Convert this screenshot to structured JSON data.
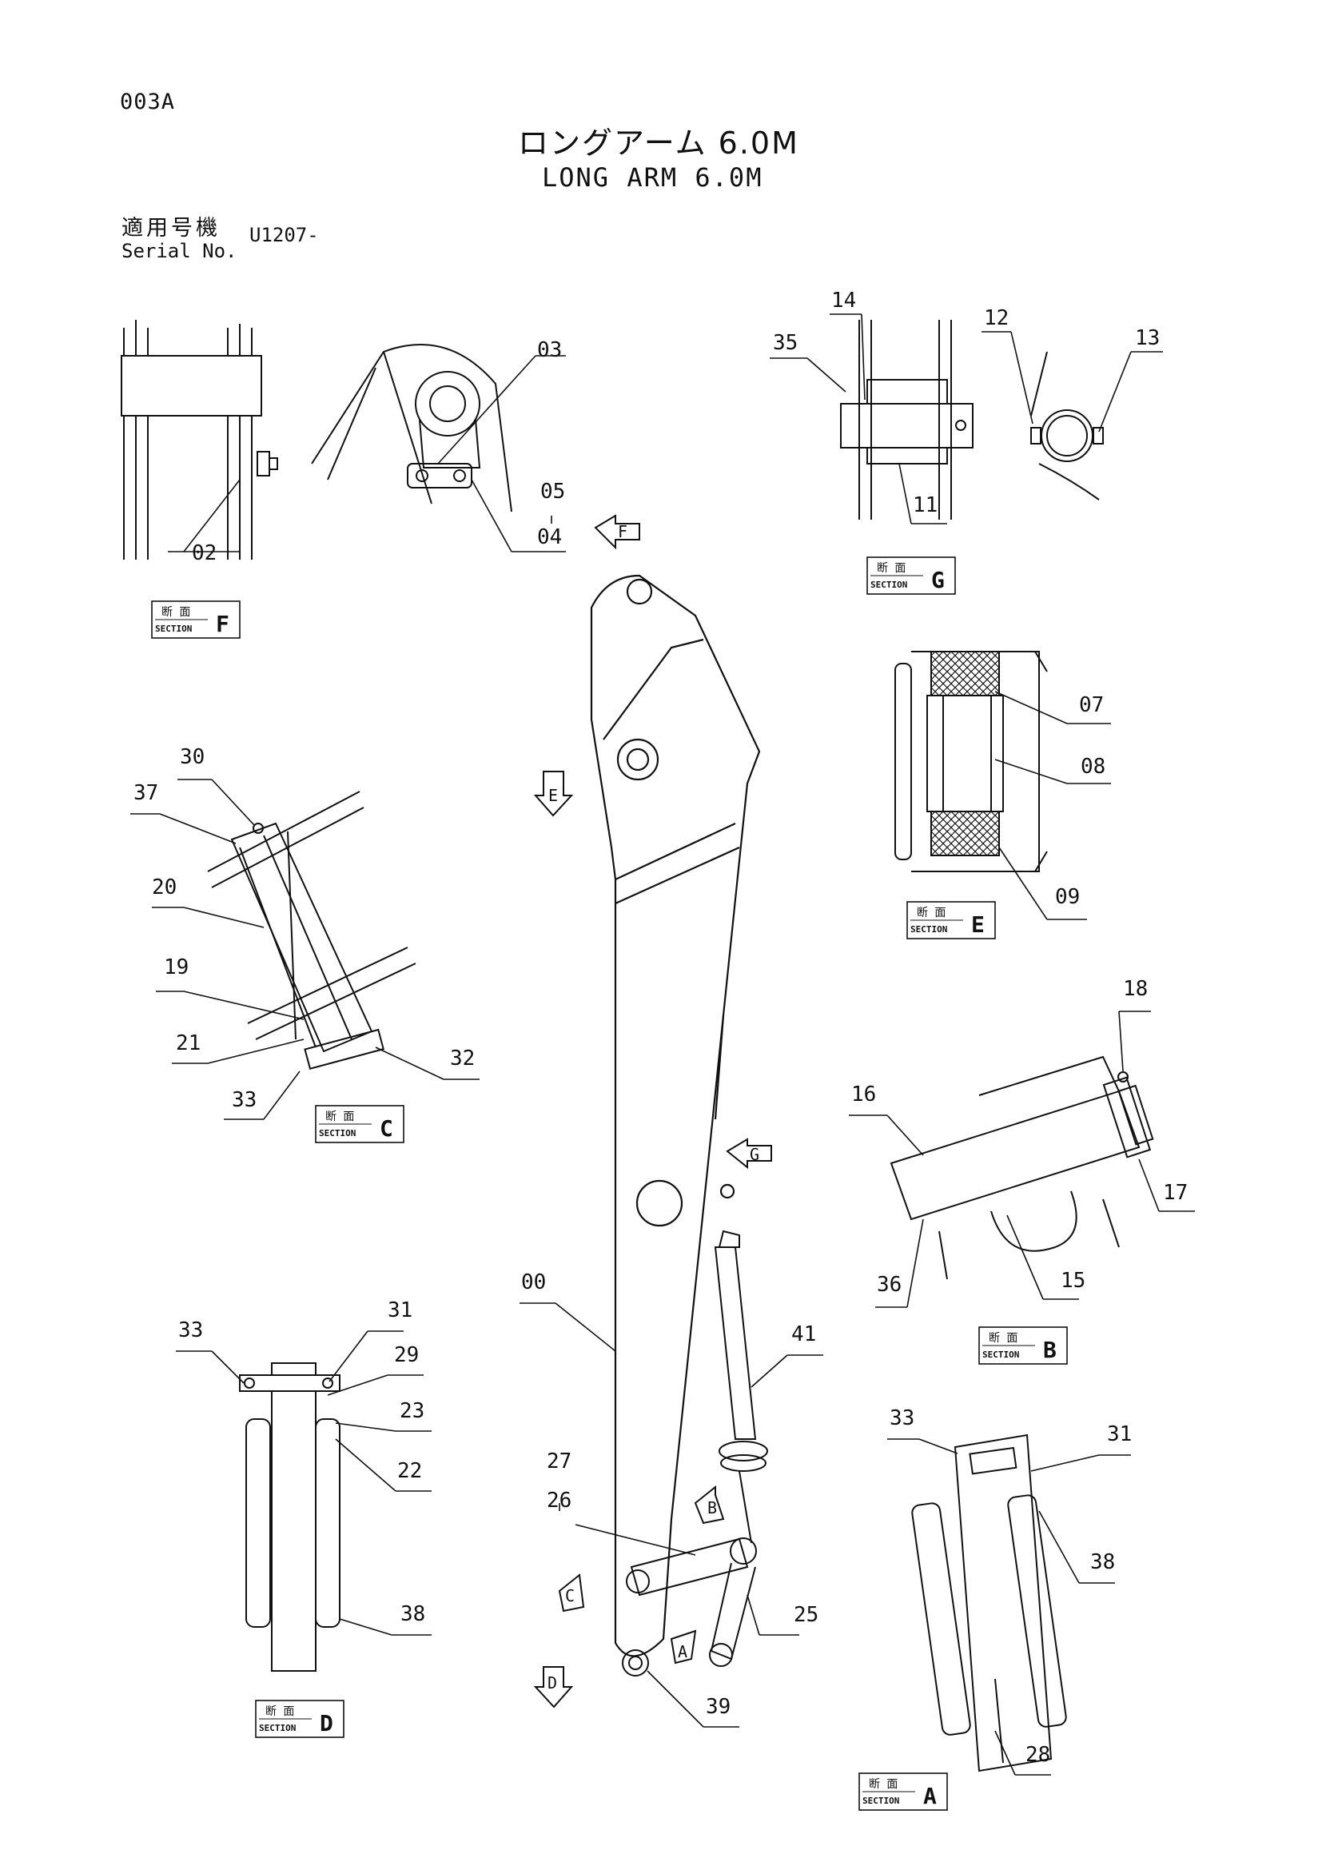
{
  "header": {
    "page_code": "003A",
    "title_jp": "ロングアーム 6.0M",
    "title_en": "LONG ARM 6.0M",
    "serial_label_jp": "適用号機",
    "serial_label_en": "Serial No.",
    "serial_value": "U1207-"
  },
  "section_tag": {
    "label_jp": "断 面",
    "label_en": "SECTION"
  },
  "sections": [
    {
      "letter": "F"
    },
    {
      "letter": "G"
    },
    {
      "letter": "E"
    },
    {
      "letter": "C"
    },
    {
      "letter": "B"
    },
    {
      "letter": "D"
    },
    {
      "letter": "A"
    }
  ],
  "view_arrows": [
    {
      "letter": "F"
    },
    {
      "letter": "E"
    },
    {
      "letter": "G"
    },
    {
      "letter": "B"
    },
    {
      "letter": "C"
    },
    {
      "letter": "A"
    },
    {
      "letter": "D"
    }
  ],
  "callouts": [
    {
      "label": "02"
    },
    {
      "label": "03"
    },
    {
      "label": "05"
    },
    {
      "label": "04"
    },
    {
      "label": "14"
    },
    {
      "label": "35"
    },
    {
      "label": "12"
    },
    {
      "label": "13"
    },
    {
      "label": "11"
    },
    {
      "label": "07"
    },
    {
      "label": "08"
    },
    {
      "label": "09"
    },
    {
      "label": "30"
    },
    {
      "label": "37"
    },
    {
      "label": "20"
    },
    {
      "label": "19"
    },
    {
      "label": "21"
    },
    {
      "label": "32"
    },
    {
      "label": "33"
    },
    {
      "label": "18"
    },
    {
      "label": "16"
    },
    {
      "label": "17"
    },
    {
      "label": "15"
    },
    {
      "label": "36"
    },
    {
      "label": "00"
    },
    {
      "label": "41"
    },
    {
      "label": "31"
    },
    {
      "label": "33"
    },
    {
      "label": "29"
    },
    {
      "label": "23"
    },
    {
      "label": "22"
    },
    {
      "label": "38"
    },
    {
      "label": "27"
    },
    {
      "label": "26"
    },
    {
      "label": "25"
    },
    {
      "label": "39"
    },
    {
      "label": "33"
    },
    {
      "label": "31"
    },
    {
      "label": "38"
    },
    {
      "label": "28"
    }
  ]
}
